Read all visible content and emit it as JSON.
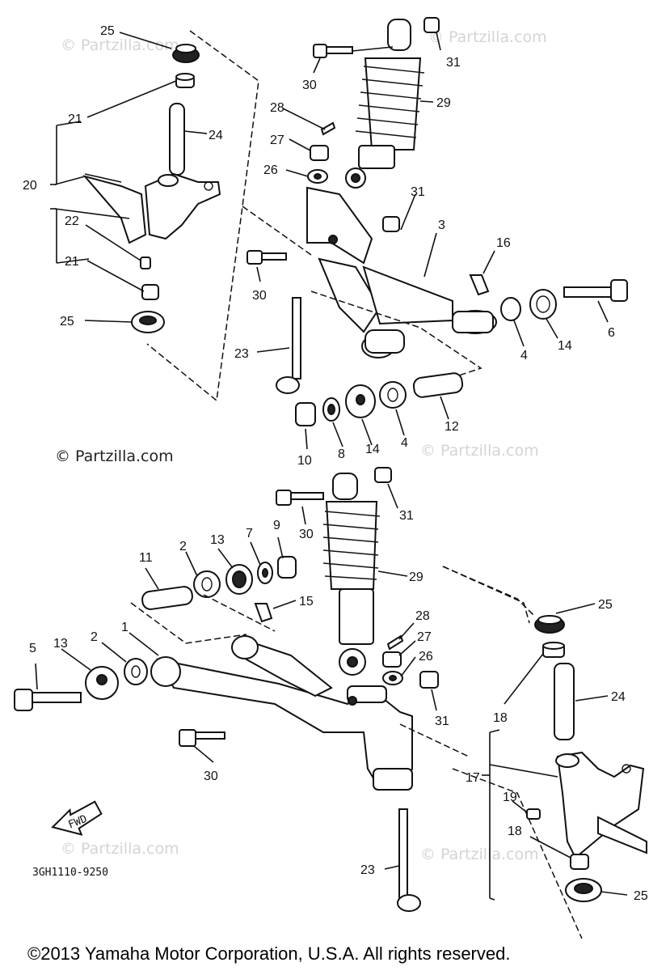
{
  "watermarks": {
    "faint": "© Partzilla.com",
    "strong": "© Partzilla.com"
  },
  "diagram_code": "3GH1110-9250",
  "fwd_label": "FWD",
  "copyright": "©2013  Yamaha Motor Corporation, U.S.A. All rights reserved.",
  "callouts": {
    "c25_tl": "25",
    "c21_a": "21",
    "c24_tl": "24",
    "c20": "20",
    "c22": "22",
    "c21_b": "21",
    "c25_bl": "25",
    "c30_t": "30",
    "c31_t": "31",
    "c29_t": "29",
    "c28_t": "28",
    "c27_t": "27",
    "c26_t": "26",
    "c31_m": "31",
    "c3": "3",
    "c16": "16",
    "c30_m": "30",
    "c6": "6",
    "c23_t": "23",
    "c4_r": "4",
    "c14_r": "14",
    "c10": "10",
    "c8": "8",
    "c14_b": "14",
    "c4_b": "4",
    "c12": "12",
    "c30_b1": "30",
    "c31_b1": "31",
    "c11": "11",
    "c2_a": "2",
    "c13_a": "13",
    "c7": "7",
    "c9": "9",
    "c29_b": "29",
    "c15": "15",
    "c5": "5",
    "c13_b": "13",
    "c2_b": "2",
    "c1": "1",
    "c28_b": "28",
    "c27_b": "27",
    "c26_b": "26",
    "c31_b2": "31",
    "c25_br": "25",
    "c24_br": "24",
    "c18_a": "18",
    "c30_b2": "30",
    "c17": "17",
    "c19": "19",
    "c18_b": "18",
    "c23_b": "23",
    "c25_bb": "25"
  },
  "colors": {
    "ink": "#111111",
    "watermark": "#d4d4d4",
    "background": "#ffffff"
  }
}
